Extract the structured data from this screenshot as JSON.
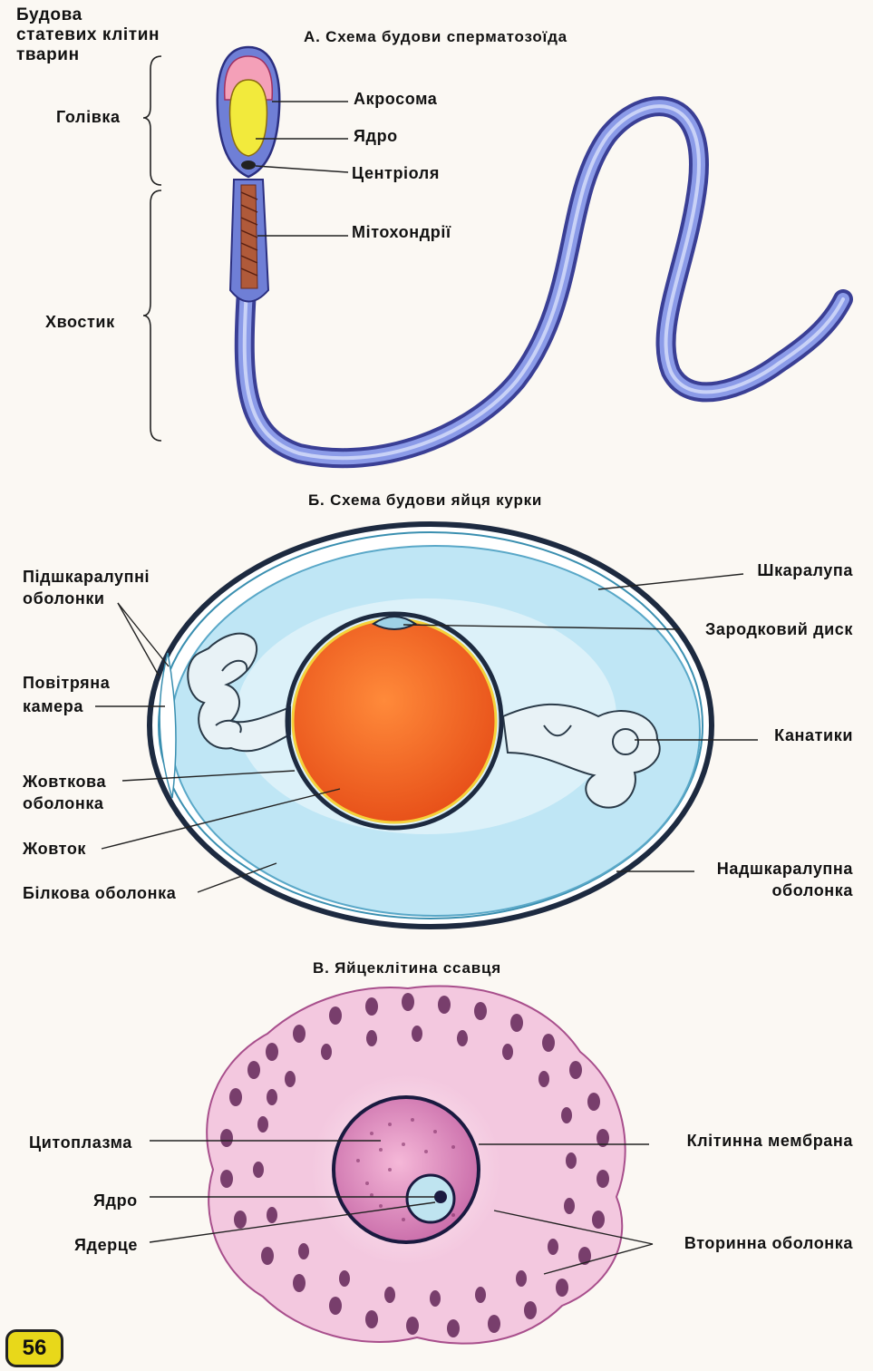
{
  "main_title": "Будова\nстатевих клітин\nтварин",
  "section_a": {
    "title": "А. Схема будови сперматозоїда",
    "brace_labels": [
      "Голівка",
      "Хвостик"
    ],
    "labels": [
      "Акросома",
      "Ядро",
      "Центріоля",
      "Мітохондрії"
    ]
  },
  "section_b": {
    "title": "Б. Схема будови яйця курки",
    "left_labels": [
      "Підшкаралупні\nоболонки",
      "Повітряна\nкамера",
      "Жовткова\nоболонка",
      "Жовток",
      "Білкова оболонка"
    ],
    "right_labels": [
      "Шкаралупа",
      "Зародковий диск",
      "Канатики",
      "Надшкаралупна\nоболонка"
    ]
  },
  "section_c": {
    "title": "В. Яйцеклітина ссавця",
    "left_labels": [
      "Цитоплазма",
      "Ядро",
      "Ядерце"
    ],
    "right_labels": [
      "Клітинна мембрана",
      "Вторинна оболонка"
    ]
  },
  "page_number": "56",
  "colors": {
    "sperm_body": "#6f7fd6",
    "yolk": "#f26a1e",
    "albumen": "#bfe6f5",
    "corona": "#7a3a6e",
    "page_badge": "#e8d81a"
  }
}
